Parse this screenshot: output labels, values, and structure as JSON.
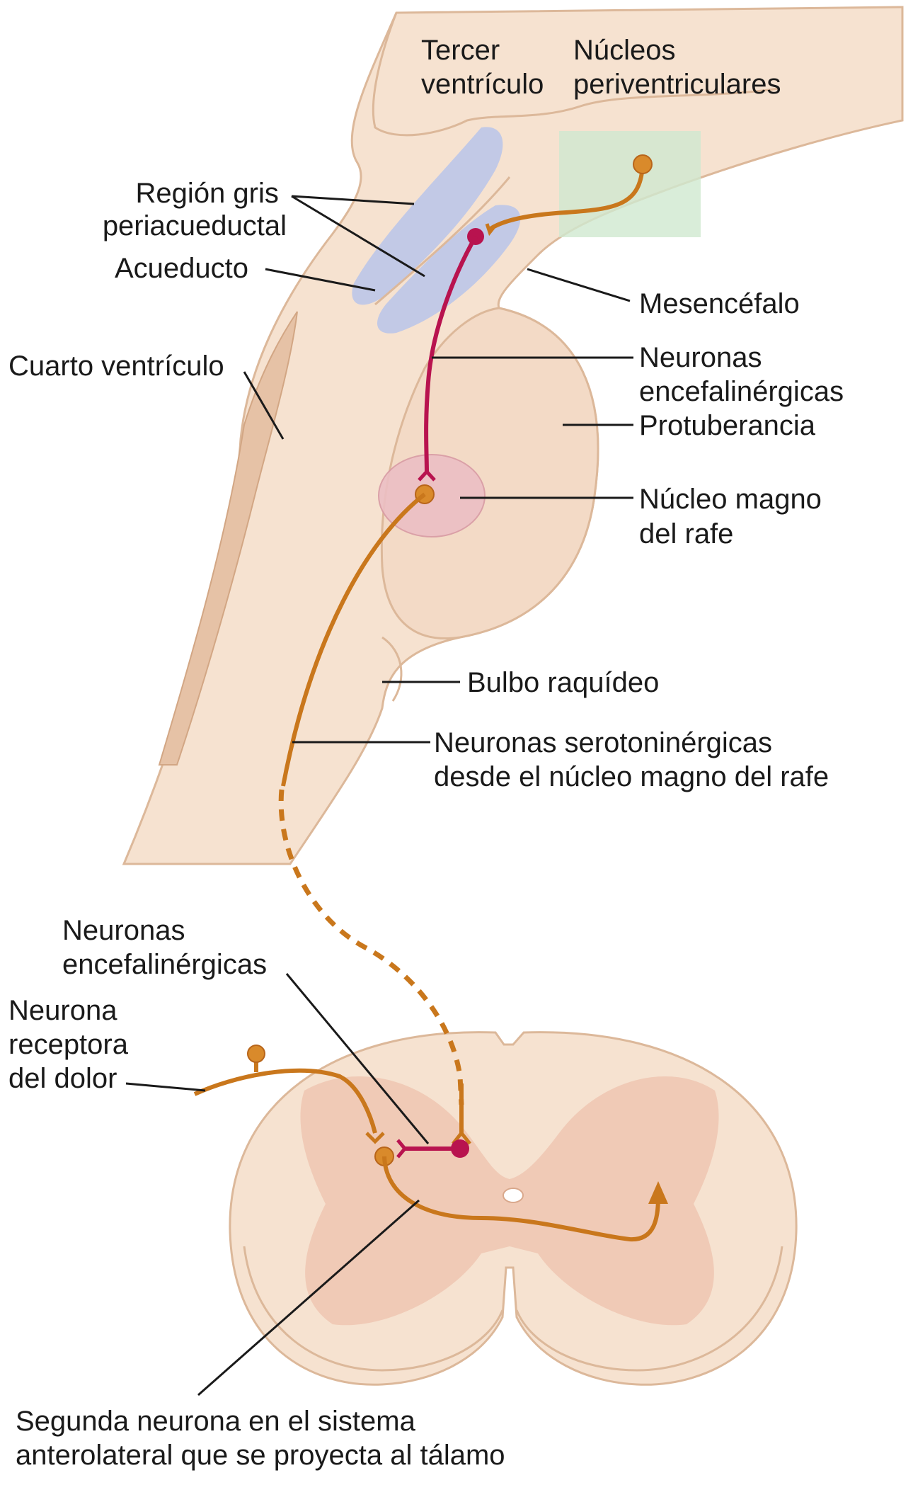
{
  "labels": {
    "tercer_ventriculo": [
      "Tercer",
      "ventrículo"
    ],
    "nucleos_periventriculares": [
      "Núcleos",
      "periventriculares"
    ],
    "region_gris": [
      "Región gris",
      "periacueductal"
    ],
    "acueducto": [
      "Acueducto"
    ],
    "mesencefalo": [
      "Mesencéfalo"
    ],
    "cuarto_ventriculo": [
      "Cuarto ventrículo"
    ],
    "neuronas_encefalinergicas_top": [
      "Neuronas",
      "encefalinérgicas"
    ],
    "protuberancia": [
      "Protuberancia"
    ],
    "nucleo_magno": [
      "Núcleo magno",
      "del rafe"
    ],
    "bulbo": [
      "Bulbo raquídeo"
    ],
    "serotoninergicas": [
      "Neuronas serotoninérgicas",
      "desde el núcleo magno del rafe"
    ],
    "neuronas_encefalinergicas_bottom": [
      "Neuronas",
      "encefalinérgicas"
    ],
    "neurona_receptora": [
      "Neurona",
      "receptora",
      "del dolor"
    ],
    "segunda_neurona": [
      "Segunda neurona en el sistema",
      "anterolateral que se proyecta al tálamo"
    ]
  },
  "colors": {
    "tissue": "#f6e2d0",
    "tissue_edge": "#dcb89a",
    "tissue_dark": "#e6c2a6",
    "gray_matter": "#efc8b4",
    "periaqueductal": "#b8c4ea",
    "periventricular": "#cfe8cf",
    "raphe_nucleus": "#ecbfc4",
    "serotonergic": "#c9771c",
    "enkephalinergic": "#b8134f",
    "pointer": "#1a1a1a"
  }
}
